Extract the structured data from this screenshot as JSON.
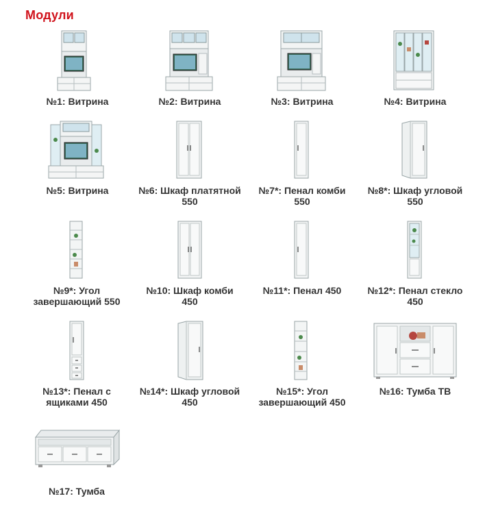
{
  "page": {
    "title": "Модули"
  },
  "modules": [
    {
      "id": "m1",
      "kind": "vitrina-a",
      "label": "№1: Витрина",
      "sublabel": ""
    },
    {
      "id": "m2",
      "kind": "vitrina-b",
      "label": "№2: Витрина",
      "sublabel": ""
    },
    {
      "id": "m3",
      "kind": "vitrina-c",
      "label": "№3: Витрина",
      "sublabel": ""
    },
    {
      "id": "m4",
      "kind": "vitrina-shelves",
      "label": "№4: Витрина",
      "sublabel": ""
    },
    {
      "id": "m5",
      "kind": "vitrina-wide",
      "label": "№5: Витрина",
      "sublabel": ""
    },
    {
      "id": "m6",
      "kind": "wardrobe-2door",
      "label": "№6: Шкаф платятной",
      "sublabel": "550"
    },
    {
      "id": "m7",
      "kind": "pencil-1door",
      "label": "№7*: Пенал комби",
      "sublabel": "550"
    },
    {
      "id": "m8",
      "kind": "corner-wardrobe",
      "label": "№8*: Шкаф угловой",
      "sublabel": "550"
    },
    {
      "id": "m9",
      "kind": "end-shelf",
      "label": "№9*: Угол",
      "sublabel": "завершающий 550"
    },
    {
      "id": "m10",
      "kind": "wardrobe-2door",
      "label": "№10: Шкаф комби",
      "sublabel": "450"
    },
    {
      "id": "m11",
      "kind": "pencil-1door",
      "label": "№11*: Пенал 450",
      "sublabel": ""
    },
    {
      "id": "m12",
      "kind": "pencil-glass",
      "label": "№12*: Пенал стекло",
      "sublabel": "450"
    },
    {
      "id": "m13",
      "kind": "pencil-drawers",
      "label": "№13*: Пенал с",
      "sublabel": "ящиками 450"
    },
    {
      "id": "m14",
      "kind": "corner-wardrobe",
      "label": "№14*: Шкаф угловой",
      "sublabel": "450"
    },
    {
      "id": "m15",
      "kind": "end-shelf",
      "label": "№15*: Угол",
      "sublabel": "завершающий 450"
    },
    {
      "id": "m16",
      "kind": "tv-stand",
      "label": "№16: Тумба ТВ",
      "sublabel": ""
    },
    {
      "id": "m17",
      "kind": "low-tv-stand",
      "label": "№17: Тумба",
      "sublabel": ""
    }
  ]
}
